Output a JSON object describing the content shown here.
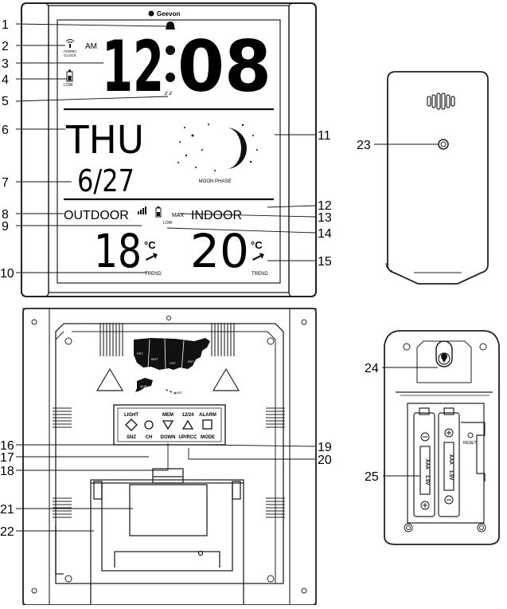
{
  "brand": "Geevon",
  "clock": {
    "ampm": "AM",
    "hour": "12",
    "minute": "08",
    "atomic_label": [
      "ATOMIC",
      "CLOCK"
    ],
    "low_label": "LOW",
    "snooze_symbol": "z z"
  },
  "date": {
    "day": "THU",
    "date": "6/27"
  },
  "moon": {
    "label": "MOON PHASE"
  },
  "outdoor": {
    "label": "OUTDOOR",
    "low_label": "LOW",
    "temp": "18",
    "unit": "°C",
    "trend_label": "TREND"
  },
  "indoor": {
    "max_label": "MAX",
    "label": "INDOOR",
    "temp": "20",
    "unit": "°C",
    "trend_label": "TREND"
  },
  "map_labels": {
    "pst": "PST",
    "mst": "MST",
    "cst": "CST",
    "est": "EST",
    "akst": "AKST",
    "hast": "HAST"
  },
  "buttons": [
    {
      "top": "LIGHT",
      "bottom": "SNZ"
    },
    {
      "top": "",
      "bottom": "CH"
    },
    {
      "top": "MEM",
      "bottom": "DOWN"
    },
    {
      "top": "12/24",
      "bottom": "UP/RCC"
    },
    {
      "top": "ALARM",
      "bottom": "MODE"
    }
  ],
  "battery_labels": {
    "a": "AAA",
    "v": "1.5V",
    "b": "AAA",
    "v2": "1.5V"
  },
  "reset_label": "RESET",
  "callouts": [
    "1",
    "2",
    "3",
    "4",
    "5",
    "6",
    "7",
    "8",
    "9",
    "10",
    "11",
    "12",
    "13",
    "14",
    "15",
    "16",
    "17",
    "18",
    "19",
    "20",
    "21",
    "22",
    "23",
    "24",
    "25"
  ]
}
